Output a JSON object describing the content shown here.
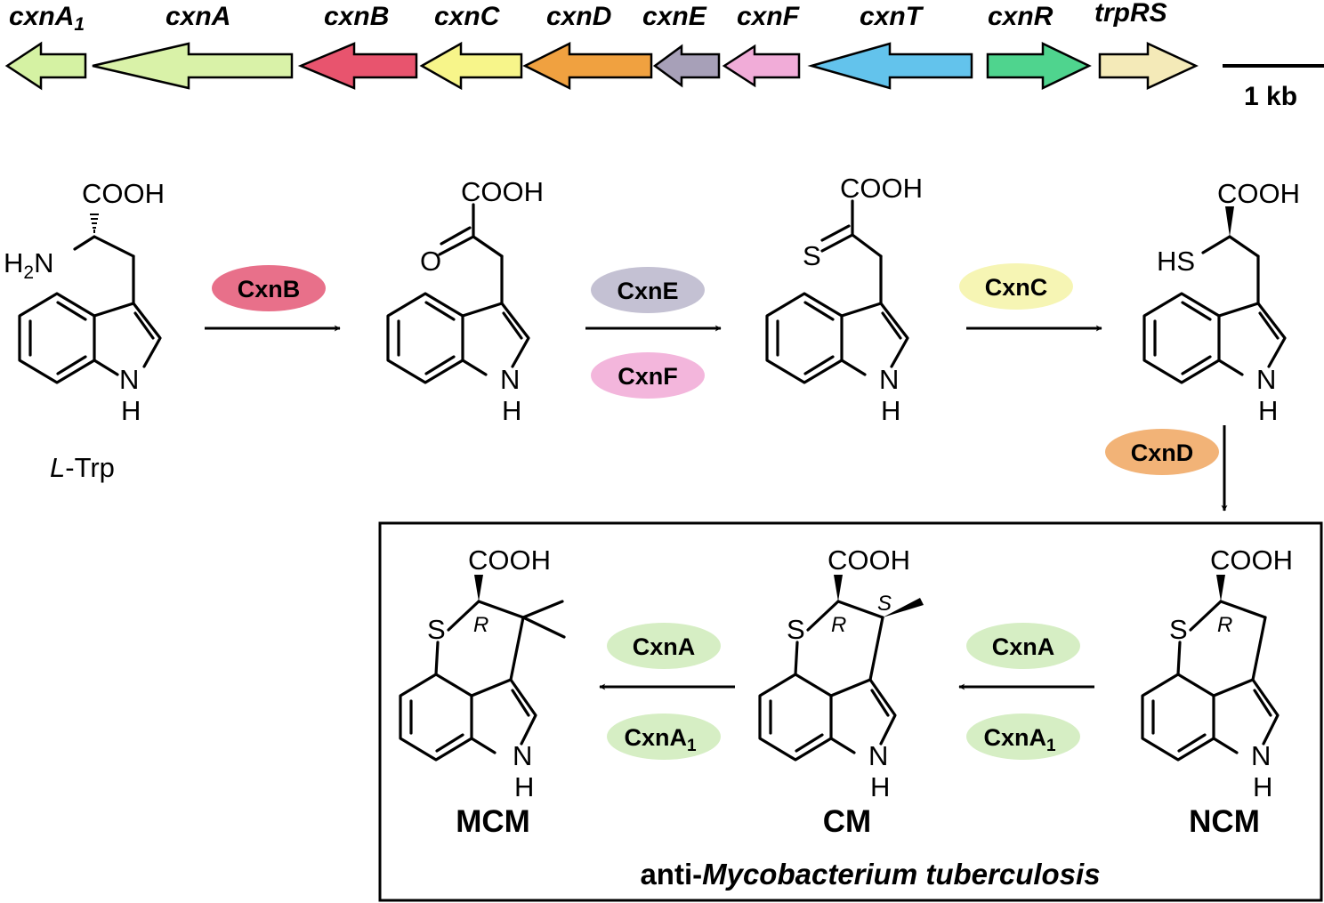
{
  "gene_cluster": {
    "genes": [
      {
        "name": "cxnA",
        "sub": "1",
        "color": "#d5f2a3",
        "direction": "left"
      },
      {
        "name": "cxnA",
        "sub": "",
        "color": "#d9f2a8",
        "direction": "left"
      },
      {
        "name": "cxnB",
        "sub": "",
        "color": "#e8546e",
        "direction": "left"
      },
      {
        "name": "cxnC",
        "sub": "",
        "color": "#f7f58a",
        "direction": "left"
      },
      {
        "name": "cxnD",
        "sub": "",
        "color": "#f0a140",
        "direction": "left"
      },
      {
        "name": "cxnE",
        "sub": "",
        "color": "#a7a0b8",
        "direction": "left"
      },
      {
        "name": "cxnF",
        "sub": "",
        "color": "#f1acd8",
        "direction": "left"
      },
      {
        "name": "cxnT",
        "sub": "",
        "color": "#63c3ec",
        "direction": "left"
      },
      {
        "name": "cxnR",
        "sub": "",
        "color": "#4fd48e",
        "direction": "right"
      },
      {
        "name": "trpRS",
        "sub": "",
        "color": "#f4eab8",
        "direction": "right"
      }
    ],
    "scale_bar": "1 kb"
  },
  "groups": {
    "cooh": "COOH",
    "h2n": "H",
    "h2n_sub": "2",
    "n": "N",
    "h": "H",
    "o": "O",
    "s": "S",
    "hs": "HS",
    "r": "R",
    "stereo_s": "S"
  },
  "compounds": {
    "trp": {
      "label_italic": "L",
      "label_rest": "-Trp"
    },
    "ncm": "NCM",
    "cm": "CM",
    "mcm": "MCM"
  },
  "enzymes": {
    "cxnB": {
      "label": "CxnB",
      "color": "#e8708a"
    },
    "cxnE": {
      "label": "CxnE",
      "color": "#c4c1d3"
    },
    "cxnF": {
      "label": "CxnF",
      "color": "#f3b6dc"
    },
    "cxnC": {
      "label": "CxnC",
      "color": "#f6f5b4"
    },
    "cxnD": {
      "label": "CxnD",
      "color": "#f2b377"
    },
    "cxnA": {
      "label": "CxnA",
      "color": "#d6eec4"
    },
    "cxnA1": {
      "label": "CxnA",
      "sub": "1",
      "color": "#d6eec4"
    }
  },
  "activity_note": {
    "prefix": "anti-",
    "italic": "Mycobacterium tuberculosis"
  }
}
